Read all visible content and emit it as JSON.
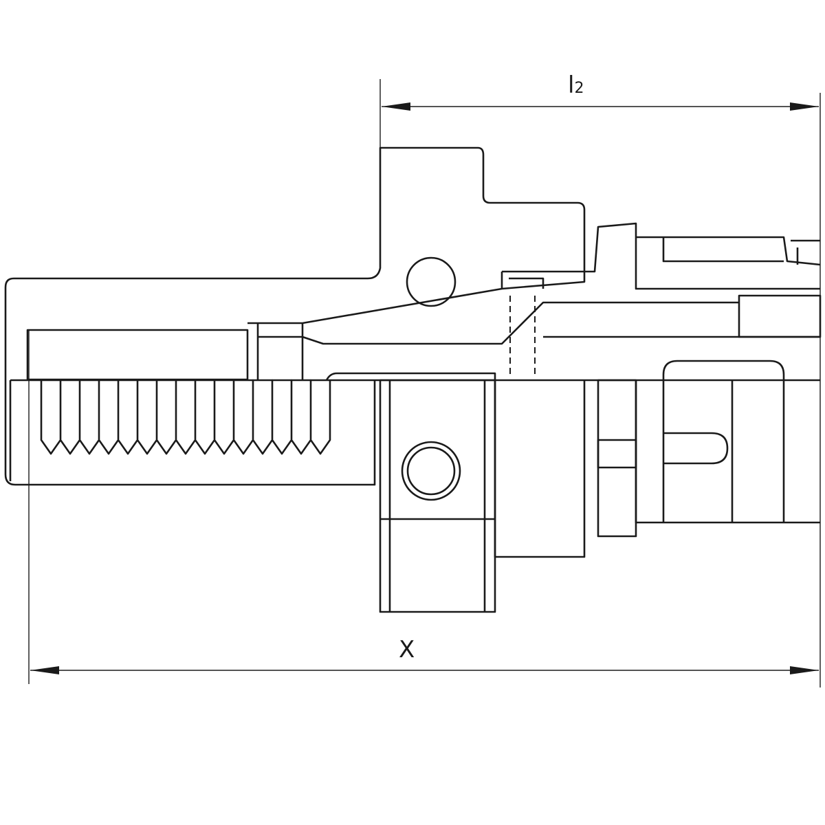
{
  "drawing": {
    "dimension_l2": {
      "label": "l",
      "subscript": "2"
    },
    "dimension_x": {
      "label": "X"
    }
  }
}
